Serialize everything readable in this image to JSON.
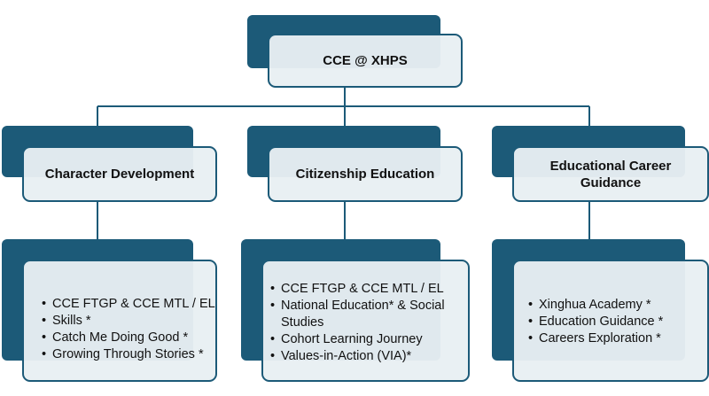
{
  "root": {
    "title": "CCE @ XHPS"
  },
  "branches": [
    {
      "title": "Character Development",
      "items": [
        "CCE FTGP & CCE MTL / EL",
        "Skills *",
        "Catch Me Doing Good *",
        "Growing Through Stories *"
      ]
    },
    {
      "title": "Citizenship Education",
      "items": [
        "CCE FTGP & CCE MTL / EL",
        "National Education* & Social Studies",
        "Cohort Learning Journey",
        "Values-in-Action (VIA)*"
      ]
    },
    {
      "title": "Educational Career Guidance",
      "items": [
        "Xinghua Academy *",
        "Education Guidance *",
        "Careers Exploration *"
      ]
    }
  ],
  "colors": {
    "box_dark": "#1c5a78",
    "box_light": "#e8eff3",
    "connector": "#1c5a78"
  }
}
